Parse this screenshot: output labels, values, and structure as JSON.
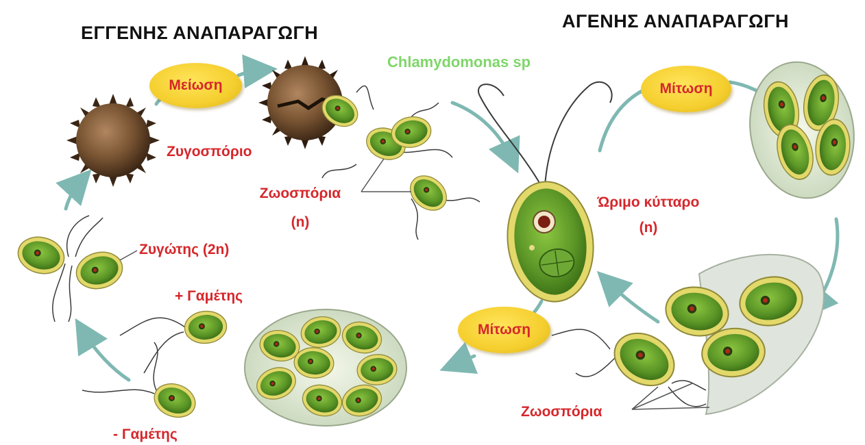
{
  "headings": {
    "sexual": "ΕΓΓΕΝΗΣ ΑΝΑΠΑΡΑΓΩΓΗ",
    "asexual": "ΑΓΕΝΗΣ ΑΝΑΠΑΡΑΓΩΓΗ"
  },
  "species": "Chlamydomonas sp",
  "stages": {
    "meiosis": "Μείωση",
    "mitosis_top": "Μίτωση",
    "mitosis_bottom": "Μίτωση",
    "zygospore": "Ζυγοσπόριο",
    "zoospores_sexual": "Ζωοσπόρια",
    "zoospores_sexual_ploidy": "(n)",
    "mature_cell": "Ώριμο κύτταρο",
    "mature_cell_ploidy": "(n)",
    "zygote": "Ζυγώτης (2n)",
    "plus_gamete": "+ Γαμέτης",
    "minus_gamete": "- Γαμέτης",
    "zoospores_asexual": "Ζωοσπόρια"
  },
  "colors": {
    "label_red": "#d6262a",
    "species_green": "#7fd66a",
    "arrow_teal": "#7fb8b2",
    "cell_green": "#5f9a2a",
    "cell_rim": "#e3d86a",
    "spore_brown": "#6e4a2a"
  }
}
